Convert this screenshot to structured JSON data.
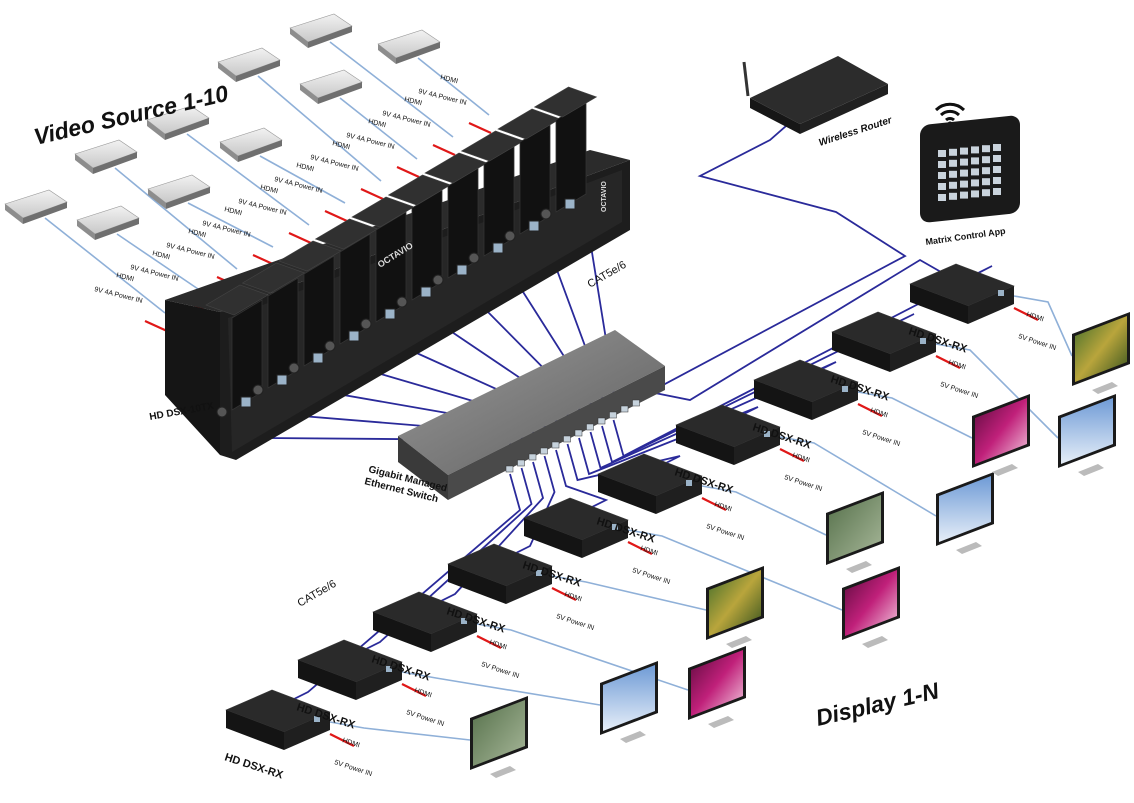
{
  "title": "Video Source 1-10",
  "display_title": "Display 1-N",
  "transmitter_label": "HD DSX-10TX",
  "switch_label": [
    "Gigabit Managed",
    "Ethernet Switch"
  ],
  "router_label": "Wireless Router",
  "app_label": "Matrix Control App",
  "cable_top": "CAT5e/6",
  "cable_bottom": "CAT5e/6",
  "source_hdmi": "HDMI",
  "source_power": "9V 4A Power IN",
  "rx_label": "HD DSX-RX",
  "rx_hdmi": "HDMI",
  "rx_power": "5V Power IN",
  "brand": "OCTAVIO",
  "colors": {
    "cat_cable": "#2a2a9a",
    "hdmi_cable": "#8fb0d8",
    "power_cable": "#e01818",
    "device": "#1c1c1c"
  }
}
